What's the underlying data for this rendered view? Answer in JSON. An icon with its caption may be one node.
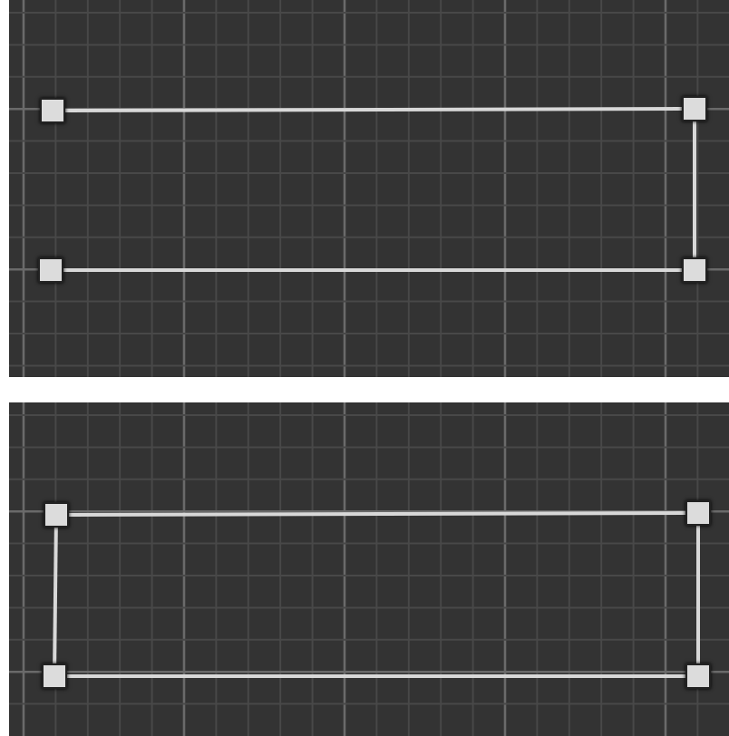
{
  "diagram": {
    "nodes": [
      {
        "text": [],
        "shape": "box"
      },
      {
        "text": [],
        "shape": "box"
      },
      {
        "text": [],
        "shape": "box"
      },
      {
        "text": [],
        "shape": "box"
      },
      {
        "text": [],
        "shape": "box"
      },
      {
        "text": [],
        "shape": "box"
      },
      {
        "text": [],
        "shape": "box"
      },
      {
        "text": [],
        "shape": "box"
      }
    ],
    "edges": [
      {
        "from": 0,
        "to": 1,
        "arrow": "none"
      },
      {
        "from": 1,
        "to": 3,
        "arrow": "none"
      },
      {
        "from": 2,
        "to": 3,
        "arrow": "none"
      },
      {
        "from": 4,
        "to": 5,
        "arrow": "none"
      },
      {
        "from": 4,
        "to": 6,
        "arrow": "none"
      },
      {
        "from": 5,
        "to": 7,
        "arrow": "none"
      },
      {
        "from": 6,
        "to": 7,
        "arrow": "none"
      }
    ]
  }
}
